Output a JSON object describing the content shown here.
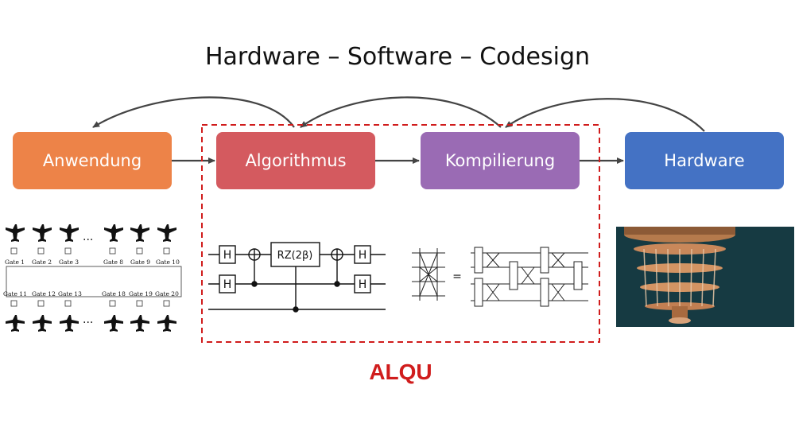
{
  "title": "Hardware – Software – Codesign",
  "boxes": {
    "anwendung": {
      "label": "Anwendung",
      "color": "#ed8348"
    },
    "algorithmus": {
      "label": "Algorithmus",
      "color": "#d45a5f"
    },
    "kompilierung": {
      "label": "Kompilierung",
      "color": "#9a6bb4"
    },
    "hardware": {
      "label": "Hardware",
      "color": "#4472c4"
    }
  },
  "group_label": {
    "text": "ALQU",
    "color": "#d01c1c"
  },
  "gate_diagram": {
    "top_labels": [
      "Gate 1",
      "Gate 2",
      "Gate 3",
      "Gate 8",
      "Gate 9",
      "Gate 10"
    ],
    "bottom_labels": [
      "Gate 11",
      "Gate 12",
      "Gate 13",
      "Gate 18",
      "Gate 19",
      "Gate 20"
    ],
    "ellipsis": "..."
  },
  "circuit": {
    "h_gate": "H",
    "rz_gate": "RZ(2β)"
  },
  "swap_network": {
    "equals": "="
  }
}
